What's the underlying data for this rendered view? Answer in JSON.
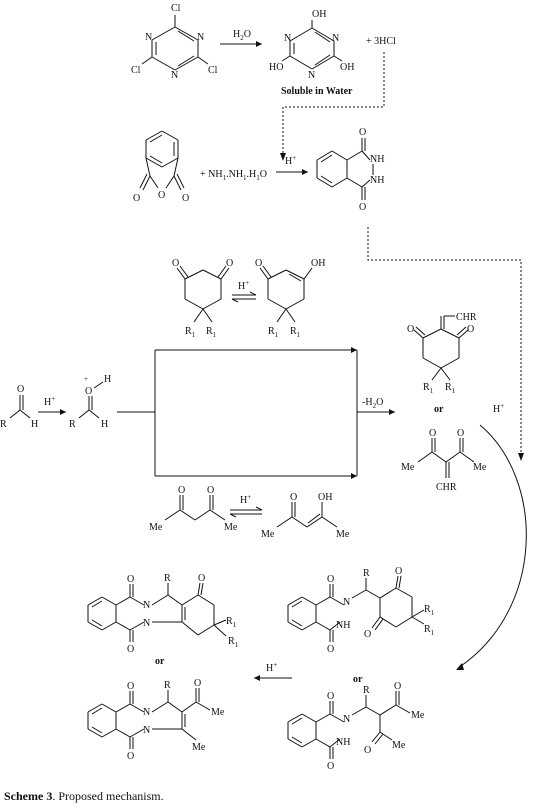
{
  "labels": {
    "cl": "Cl",
    "oh": "OH",
    "ho": "HO",
    "n": "N",
    "o": "O",
    "h": "H",
    "nh": "NH",
    "r": "R",
    "r1": "R",
    "r1_sub": "1",
    "me": "Me",
    "chr": "CHR",
    "or": "or",
    "h_plus": "H",
    "plus_sign": "+"
  },
  "reagents": {
    "water": "H",
    "water_sub": "2",
    "water_o": "O",
    "hcl": "+ 3HCl",
    "soluble": "Soluble in Water",
    "hydrazine": "+ NH",
    "hydrazine_parts": [
      ".NH",
      ".H",
      "O"
    ],
    "dehydration": "-H",
    "dehydration_sub": "2",
    "dehydration_o": "O"
  },
  "caption": {
    "label": "Scheme 3",
    "text": ". Proposed mechanism."
  }
}
